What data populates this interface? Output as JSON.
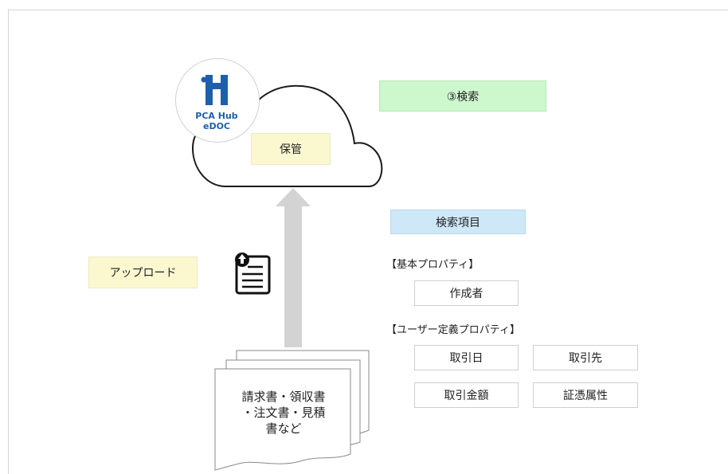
{
  "logo": {
    "line1": "PCA Hub",
    "line2": "eDOC"
  },
  "cloud": {
    "storage_label": "保管"
  },
  "search": {
    "label": "③検索"
  },
  "upload": {
    "label": "アップロード",
    "icon": "upload-document-icon"
  },
  "documents": {
    "lines": [
      "請求書・領収書",
      "・注文書・見積",
      "書など"
    ]
  },
  "search_items": {
    "header": "検索項目",
    "basic_label": "【基本プロパティ】",
    "basic_items": [
      "作成者"
    ],
    "user_label": "【ユーザー定義プロパティ】",
    "user_items": [
      "取引日",
      "取引先",
      "取引金額",
      "証憑属性"
    ]
  },
  "colors": {
    "search_bg": "#cdf7cd",
    "storage_bg": "#fbf8cf",
    "items_header_bg": "#cfe8f8",
    "logo_blue": "#1f5faa",
    "arrow": "#d3d3d3"
  }
}
